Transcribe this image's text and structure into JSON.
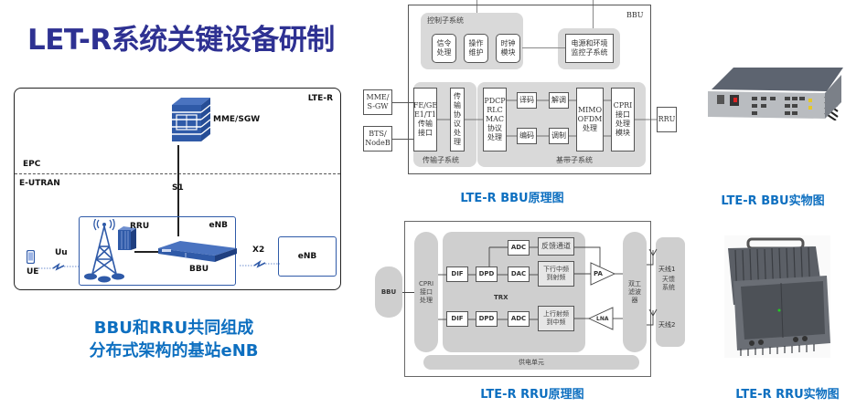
{
  "title": "LET-R系统关键设备研制",
  "network": {
    "frame_label": "LTE-R",
    "core_node": "MME/SGW",
    "epc_label": "EPC",
    "eutran_label": "E-UTRAN",
    "s1_label": "S1",
    "rru_label": "RRU",
    "enb_label": "eNB",
    "bbu_label": "BBU",
    "uu_label": "Uu",
    "ue_label": "UE",
    "x2_label": "X2",
    "neighbor_enb_label": "eNB",
    "caption_line1": "BBU和RRU共同组成",
    "caption_line2": "分布式架构的基站eNB"
  },
  "bbu_diagram": {
    "frame_label": "BBU",
    "control_subsystem": {
      "label": "控制子系统",
      "blocks": [
        "信令\n处理",
        "操作\n维护",
        "时钟\n模块"
      ]
    },
    "power_monitor": "电源和环境\n监控子系统",
    "external_left": [
      "MME/\nS-GW",
      "BTS/\nNodeB"
    ],
    "external_right": "RRU",
    "transport_subsystem": {
      "label": "传输子系统",
      "interface": "FE/GE\nE1/T1\n传输\n接口",
      "protocol": "传\n输\n协\n议\n处\n理"
    },
    "baseband_subsystem": {
      "label": "基带子系统",
      "protocol_stack": "PDCP\nRLC\nMAC\n协议\n处理",
      "decode": "译码",
      "demod": "解调",
      "encode": "编码",
      "mod": "调制",
      "mimo": "MIMO\nOFDM\n处理",
      "cpri": "CPRI\n接口\n处理\n模块"
    },
    "caption": "LTE-R BBU原理图"
  },
  "rru_diagram": {
    "external_left": "BBU",
    "cpri": "CPRI\n接口\n处理",
    "trx_label": "TRX",
    "tx_chain": [
      "DIF",
      "DPD",
      "DAC",
      "下行中频\n到射频"
    ],
    "pa": "PA",
    "feedback": [
      "ADC",
      "反馈通道"
    ],
    "rx_chain": [
      "DIF",
      "DPD",
      "ADC",
      "上行射频\n到中频"
    ],
    "lna": "LNA",
    "duplexer": "双工\n滤波\n器",
    "antenna_system": "天馈\n系统",
    "antenna1": "天线1",
    "antenna2": "天线2",
    "power_unit": "供电单元",
    "caption": "LTE-R RRU原理图"
  },
  "photos": {
    "bbu_caption": "LTE-R BBU实物图",
    "rru_caption": "LTE-R RRU实物图"
  },
  "colors": {
    "title": "#2e3192",
    "caption": "#0d6fc0",
    "device_blue": "#2f5aa8"
  }
}
